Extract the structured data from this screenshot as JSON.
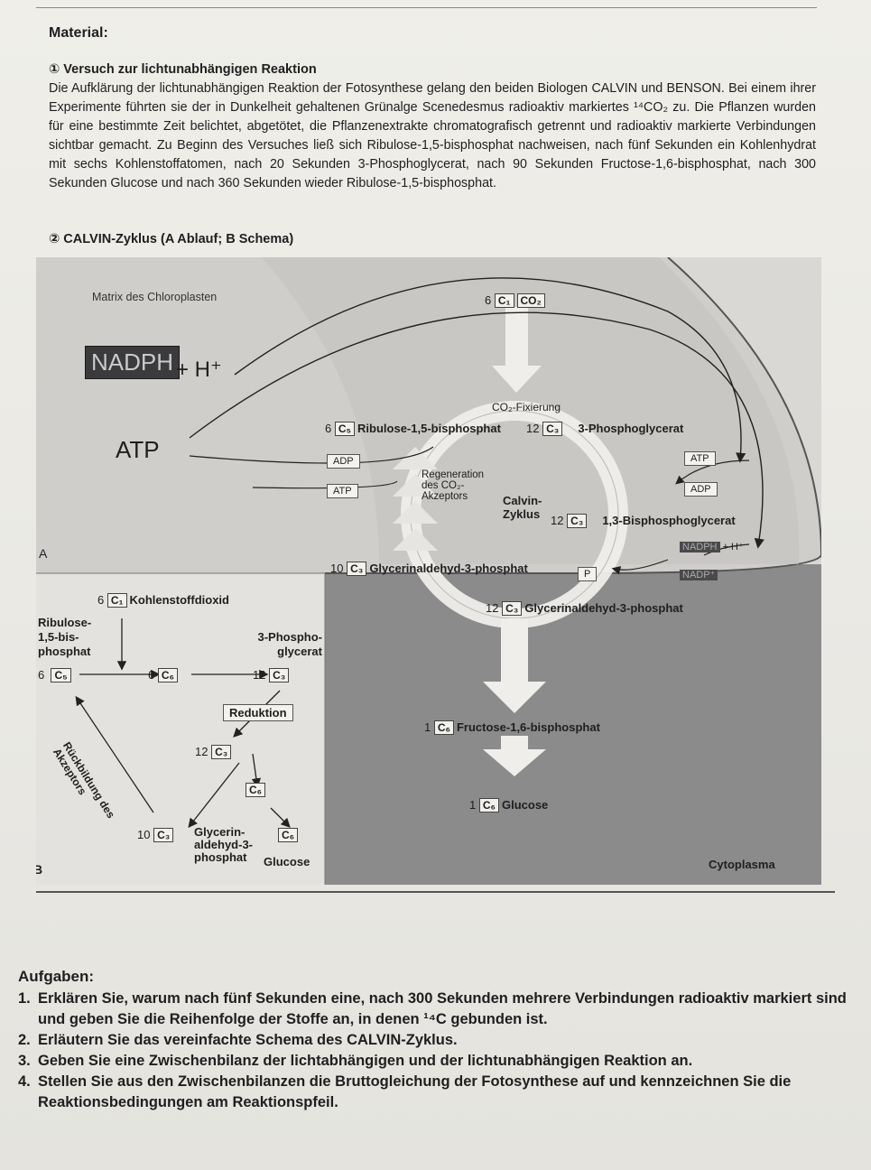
{
  "material": {
    "heading": "Material:",
    "versuch_title": "① Versuch zur lichtunabhängigen Reaktion",
    "versuch_text": "Die Aufklärung der lichtunabhängigen Reaktion der Fotosynthese gelang den beiden Biologen CALVIN und BENSON. Bei einem ihrer Experimente führten sie der in Dunkelheit gehaltenen Grünalge Scenedesmus radioaktiv markiertes ¹⁴CO₂ zu. Die Pflanzen wurden für eine bestimmte Zeit belichtet, abgetötet, die Pflanzenextrakte chromatografisch getrennt und radioaktiv markierte Verbindungen sichtbar gemacht. Zu Beginn des Versuches ließ sich Ribulose-1,5-bisphosphat nachweisen, nach fünf Sekunden ein Kohlenhydrat mit sechs Kohlenstoffatomen, nach 20 Sekunden 3-Phosphoglycerat, nach 90 Sekunden Fructose-1,6-bisphosphat, nach 300 Sekunden Glucose und nach 360 Sekunden wieder Ribulose-1,5-bisphosphat.",
    "calvin_title": "② CALVIN-Zyklus (A Ablauf; B Schema)"
  },
  "figure_a": {
    "matrix_label": "Matrix des Chloroplasten",
    "nadph": "NADPH",
    "nadph_suffix": "+ H⁺",
    "atp": "ATP",
    "co2_in_count": "6",
    "co2_in_c": "C₁",
    "co2_in_label": "CO₂",
    "co2_fixierung": "CO₂-Fixierung",
    "rubp_count": "6",
    "rubp_c": "C₅",
    "rubp_label": "Ribulose-1,5-bisphosphat",
    "pg_count": "12",
    "pg_c": "C₃",
    "pg_label": "3-Phosphoglycerat",
    "adp_left": "ADP",
    "atp_left": "ATP",
    "regeneration": "Regeneration des CO₂-Akzeptors",
    "calvin_center": "Calvin-Zyklus",
    "atp_right": "ATP",
    "adp_right": "ADP",
    "bpg_count": "12",
    "bpg_c": "C₃",
    "bpg_label": "1,3-Bisphosphoglycerat",
    "nadph_small": "NADPH",
    "nadph_small_suffix": "+ H⁺",
    "p_label": "P",
    "nadp": "NADP⁺",
    "gap10_count": "10",
    "gap10_c": "C₃",
    "gap10_label": "Glycerinaldehyd-3-phosphat",
    "gap12_count": "12",
    "gap12_c": "C₃",
    "gap12_label": "Glycerinaldehyd-3-phosphat",
    "fbp_count": "1",
    "fbp_c": "C₆",
    "fbp_label": "Fructose-1,6-bisphosphat",
    "glc_count": "1",
    "glc_c": "C₆",
    "glc_label": "Glucose",
    "cytoplasma": "Cytoplasma",
    "letter": "A"
  },
  "figure_b": {
    "letter": "B",
    "co2_count": "6",
    "co2_c": "C₁",
    "co2_label": "Kohlenstoffdioxid",
    "rubp_label": "Ribulose-1,5-bis-phosphat",
    "rubp_count": "6",
    "rubp_c": "C₅",
    "c6_count": "6",
    "c6_c": "C₆",
    "pg_label": "3-Phospho-glycerat",
    "pg_count": "12",
    "pg_c": "C₃",
    "reduktion": "Reduktion",
    "gap12_count": "12",
    "gap12_c": "C₃",
    "c6_mid": "C₆",
    "gap10_count": "10",
    "gap10_c": "C₃",
    "gap_label": "Glycerin-aldehyd-3-phosphat",
    "glucose_c": "C₆",
    "glucose_label": "Glucose",
    "rueckbildung": "Rückbildung des Akzeptors"
  },
  "aufgaben": {
    "heading": "Aufgaben:",
    "items": [
      {
        "num": "1.",
        "text": "Erklären Sie, warum nach fünf Sekunden eine, nach 300 Sekunden mehrere Verbindungen radioaktiv markiert sind und geben Sie die Reihenfolge der Stoffe an, in denen ¹⁴C gebunden ist."
      },
      {
        "num": "2.",
        "text": "Erläutern Sie das vereinfachte Schema des CALVIN-Zyklus."
      },
      {
        "num": "3.",
        "text": "Geben Sie eine Zwischenbilanz der lichtabhängigen und der lichtunabhängigen Reaktion an."
      },
      {
        "num": "4.",
        "text": "Stellen Sie aus den Zwischenbilanzen die Bruttogleichung der Fotosynthese auf und kennzeichnen Sie die Reaktionsbedingungen am Reaktionspfeil."
      }
    ]
  }
}
